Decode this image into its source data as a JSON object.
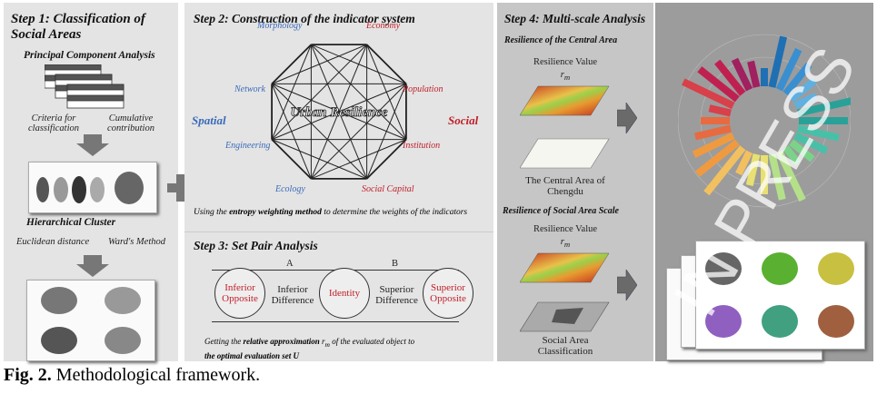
{
  "step1": {
    "title": "Step 1: Classification of Social Areas",
    "pca": "Principal Component Analysis",
    "criteria": "Criteria for classification",
    "cumulative": "Cumulative contribution",
    "cluster": "Hierarchical Cluster",
    "euclid": "Euclidean distance",
    "ward": "Ward's Method"
  },
  "step2": {
    "title": "Step 2: Construction of the indicator system",
    "center": "Urban Resilience",
    "spatial": "Spatial",
    "social": "Social",
    "indicators": [
      "Morphology",
      "Economy",
      "Population",
      "Institution",
      "Social Capital",
      "Ecology",
      "Engineering",
      "Network"
    ],
    "entropy_pre": "Using the ",
    "entropy_bold": "entropy weighting method",
    "entropy_post": " to determine the weights of the indicators"
  },
  "step3": {
    "title": "Step 3: Set Pair Analysis",
    "a": "A",
    "b": "B",
    "inferior_opposite": "Inferior Opposite",
    "inferior_difference": "Inferior Difference",
    "identity": "Identity",
    "superior_difference": "Superior Difference",
    "superior_opposite": "Superior Opposite",
    "getting_pre": "Getting the ",
    "getting_bold": "relative approximation",
    "getting_sym": " r",
    "getting_sub": "m",
    "getting_post": " of the evaluated object to",
    "getting_line2": "the optimal evaluation set U"
  },
  "step4": {
    "title": "Step 4: Multi-scale Analysis",
    "central": "Resilience of the Central Area",
    "value1": "Resilience Value",
    "rm1": "r",
    "rm1_sub": "m",
    "central_area": "The Central Area of Chengdu",
    "social_scale": "Resilience of Social Area Scale",
    "value2": "Resilience Value",
    "rm2": "r",
    "rm2_sub": "m",
    "social_class": "Social Area Classification"
  },
  "caption": {
    "bold": "Fig. 2.",
    "text": " Methodological framework."
  },
  "watermark": "IN PRESS",
  "colors": {
    "red": "#c0202a",
    "blue": "#3a6ab8"
  }
}
